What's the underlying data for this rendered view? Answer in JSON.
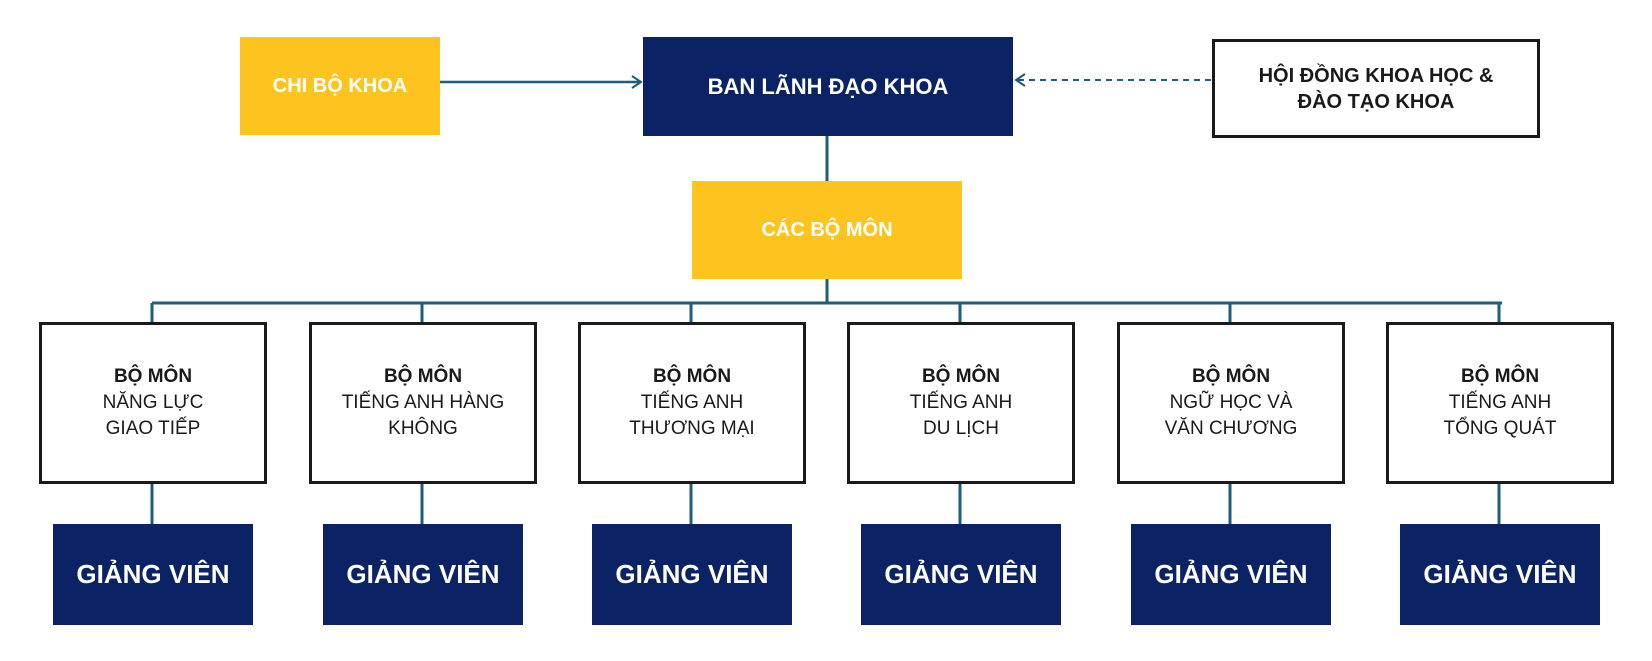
{
  "top": {
    "party_cell": "CHI BỘ KHOA",
    "leadership": "BAN LÃNH ĐẠO KHOA",
    "council_line1": "HỘI ĐỒNG KHOA HỌC &",
    "council_line2": "ĐÀO TẠO KHOA"
  },
  "departments_group": "CÁC BỘ MÔN",
  "departments": [
    {
      "title": "BỘ MÔN",
      "line1": "NĂNG LỰC",
      "line2": "GIAO TIẾP"
    },
    {
      "title": "BỘ MÔN",
      "line1": "TIẾNG ANH HÀNG",
      "line2": "KHÔNG"
    },
    {
      "title": "BỘ MÔN",
      "line1": "TIẾNG ANH",
      "line2": "THƯƠNG MẠI"
    },
    {
      "title": "BỘ MÔN",
      "line1": "TIẾNG ANH",
      "line2": "DU LỊCH"
    },
    {
      "title": "BỘ MÔN",
      "line1": "NGỮ HỌC VÀ",
      "line2": "VĂN CHƯƠNG"
    },
    {
      "title": "BỘ MÔN",
      "line1": "TIẾNG ANH",
      "line2": "TỔNG QUÁT"
    }
  ],
  "lecturers": [
    "GIẢNG VIÊN",
    "GIẢNG VIÊN",
    "GIẢNG VIÊN",
    "GIẢNG VIÊN",
    "GIẢNG VIÊN",
    "GIẢNG VIÊN"
  ],
  "colors": {
    "navy": "#0B2265",
    "yellow": "#FDC41F",
    "connector": "#1F5E7A"
  }
}
